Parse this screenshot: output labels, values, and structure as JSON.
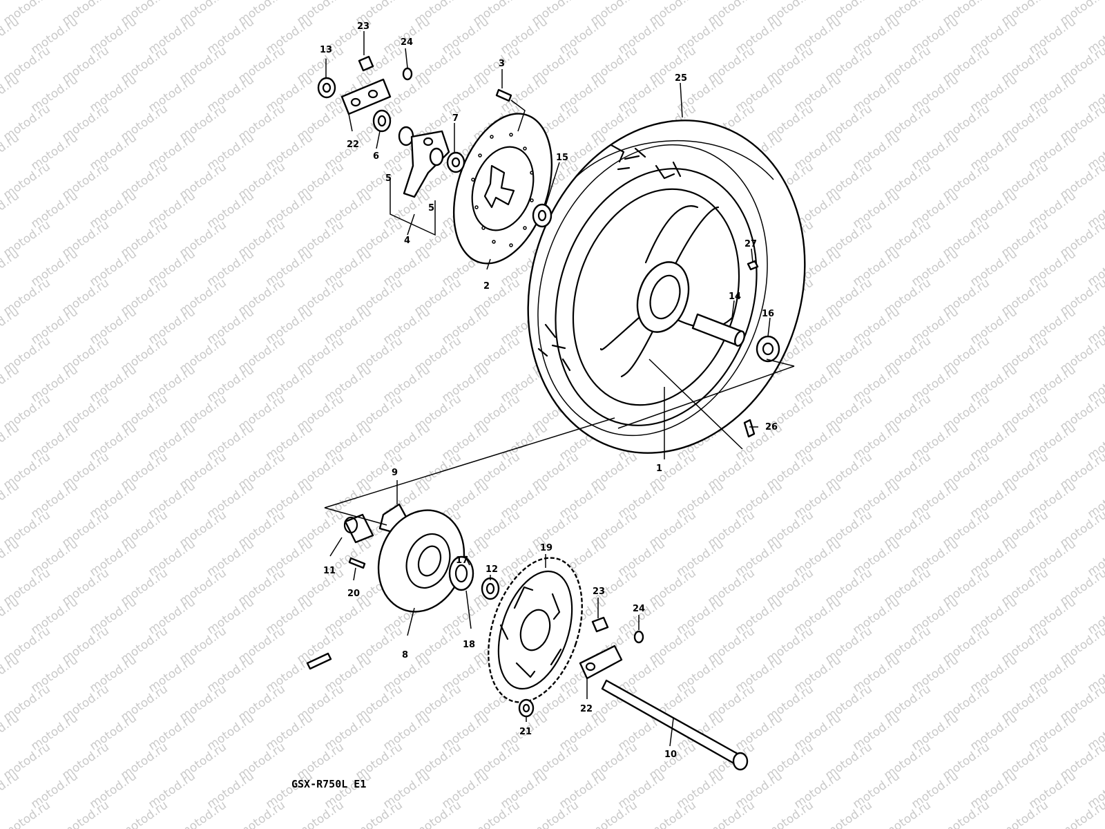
{
  "watermark": {
    "text": "motod.ru",
    "color": "#c9c9c9"
  },
  "model_label": "GSX-R750L E1",
  "callouts": [
    {
      "id": "1",
      "label": "1"
    },
    {
      "id": "2",
      "label": "2"
    },
    {
      "id": "3",
      "label": "3"
    },
    {
      "id": "4",
      "label": "4"
    },
    {
      "id": "5a",
      "label": "5"
    },
    {
      "id": "5b",
      "label": "5"
    },
    {
      "id": "6",
      "label": "6"
    },
    {
      "id": "7",
      "label": "7"
    },
    {
      "id": "8",
      "label": "8"
    },
    {
      "id": "9",
      "label": "9"
    },
    {
      "id": "10",
      "label": "10"
    },
    {
      "id": "11",
      "label": "11"
    },
    {
      "id": "12",
      "label": "12"
    },
    {
      "id": "13",
      "label": "13"
    },
    {
      "id": "14",
      "label": "14"
    },
    {
      "id": "15",
      "label": "15"
    },
    {
      "id": "16",
      "label": "16"
    },
    {
      "id": "17",
      "label": "17"
    },
    {
      "id": "18",
      "label": "18"
    },
    {
      "id": "19",
      "label": "19"
    },
    {
      "id": "20",
      "label": "20"
    },
    {
      "id": "21",
      "label": "21"
    },
    {
      "id": "22a",
      "label": "22"
    },
    {
      "id": "22b",
      "label": "22"
    },
    {
      "id": "23a",
      "label": "23"
    },
    {
      "id": "23b",
      "label": "23"
    },
    {
      "id": "24a",
      "label": "24"
    },
    {
      "id": "24b",
      "label": "24"
    },
    {
      "id": "25",
      "label": "25"
    },
    {
      "id": "26",
      "label": "26"
    },
    {
      "id": "27",
      "label": "27"
    }
  ]
}
